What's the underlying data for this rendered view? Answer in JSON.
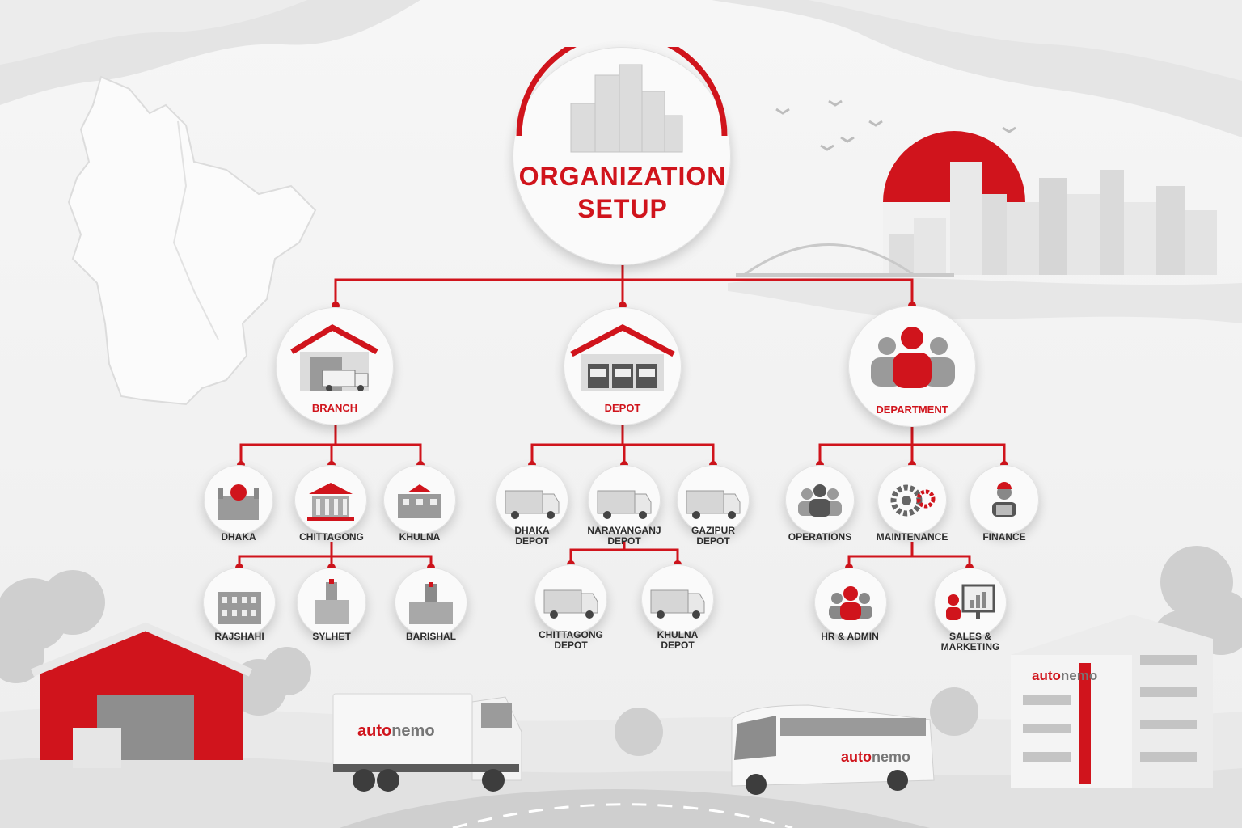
{
  "title": {
    "line1": "ORGANIZATION",
    "line2": "SETUP"
  },
  "brand": {
    "prefix": "auto",
    "suffix": "nemo"
  },
  "categories": {
    "branch": "BRANCH",
    "depot": "DEPOT",
    "department": "DEPARTMENT"
  },
  "branches": [
    "DHAKA",
    "CHITTAGONG",
    "KHULNA",
    "RAJSHAHI",
    "SYLHET",
    "BARISHAL"
  ],
  "depots": [
    "DHAKA\nDEPOT",
    "NARAYANGANJ\nDEPOT",
    "GAZIPUR\nDEPOT",
    "CHITTAGONG\nDEPOT",
    "KHULNA\nDEPOT"
  ],
  "departments": [
    "OPERATIONS",
    "MAINTENANCE",
    "FINANCE",
    "HR & ADMIN",
    "SALES &\nMARKETING"
  ],
  "colors": {
    "accent": "#d0141c",
    "line": "#d0141c",
    "background": "#f1f1f1",
    "icon_gray": "#8a8a8a"
  },
  "icons": {
    "root": "city-buildings-icon",
    "branch": "warehouse-truck-icon",
    "depot": "garage-trucks-icon",
    "department": "people-group-icon",
    "branch_child": "building-icon",
    "depot_child": "truck-icon",
    "operations": "team-icon",
    "maintenance": "gears-icon",
    "finance": "accountant-icon",
    "hr": "people-icon",
    "sales": "presentation-icon"
  }
}
